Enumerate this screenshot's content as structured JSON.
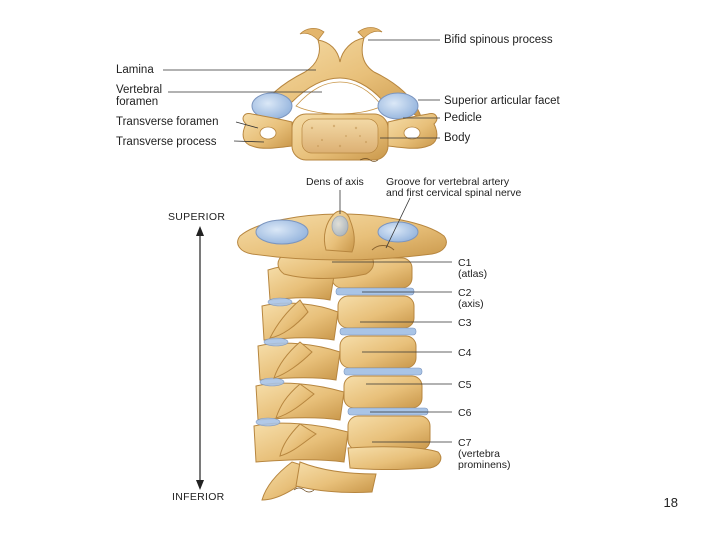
{
  "top_view": {
    "labels": {
      "bifid_spinous_process": "Bifid spinous process",
      "lamina": "Lamina",
      "vertebral_foramen_line1": "Vertebral",
      "vertebral_foramen_line2": "foramen",
      "superior_articular_facet": "Superior articular facet",
      "transverse_foramen": "Transverse foramen",
      "pedicle": "Pedicle",
      "transverse_process": "Transverse process",
      "body": "Body"
    }
  },
  "lateral_view": {
    "labels": {
      "dens_of_axis": "Dens of axis",
      "groove_line1": "Groove for vertebral artery",
      "groove_line2": "and first cervical spinal nerve",
      "superior": "SUPERIOR",
      "inferior": "INFERIOR",
      "c1_line1": "C1",
      "c1_line2": "(atlas)",
      "c2_line1": "C2",
      "c2_line2": "(axis)",
      "c3": "C3",
      "c4": "C4",
      "c5": "C5",
      "c6": "C6",
      "c7_line1": "C7",
      "c7_line2": "(vertebra",
      "c7_line3": "prominens)"
    }
  },
  "colors": {
    "bone": "#e8c07a",
    "bone_shadow": "#c9974a",
    "bone_light": "#f6deaa",
    "cartilage": "#a9c4e6",
    "leader": "#333333"
  },
  "page_number": "18"
}
